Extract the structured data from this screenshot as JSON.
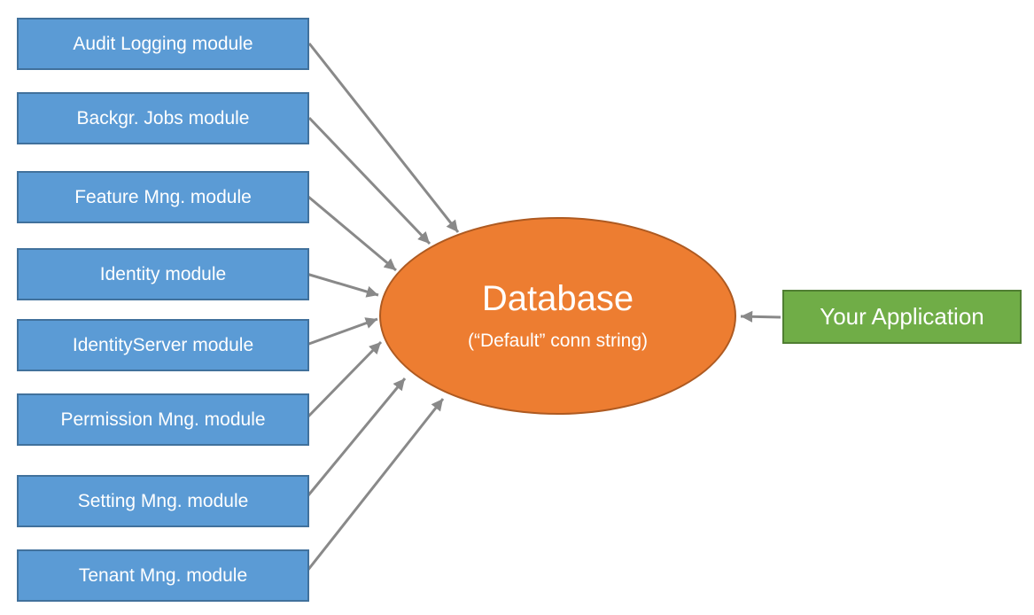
{
  "diagram": {
    "modules": [
      {
        "label": "Audit Logging module"
      },
      {
        "label": "Backgr. Jobs module"
      },
      {
        "label": "Feature Mng. module"
      },
      {
        "label": "Identity module"
      },
      {
        "label": "IdentityServer module"
      },
      {
        "label": "Permission Mng. module"
      },
      {
        "label": "Setting Mng. module"
      },
      {
        "label": "Tenant Mng. module"
      }
    ],
    "database": {
      "title": "Database",
      "subtitle": "(“Default” conn string)"
    },
    "application": {
      "label": "Your Application"
    },
    "connections": [
      {
        "from": "Audit Logging module",
        "to": "Database"
      },
      {
        "from": "Backgr. Jobs module",
        "to": "Database"
      },
      {
        "from": "Feature Mng. module",
        "to": "Database"
      },
      {
        "from": "Identity module",
        "to": "Database"
      },
      {
        "from": "IdentityServer module",
        "to": "Database"
      },
      {
        "from": "Permission Mng. module",
        "to": "Database"
      },
      {
        "from": "Setting Mng. module",
        "to": "Database"
      },
      {
        "from": "Tenant Mng. module",
        "to": "Database"
      },
      {
        "from": "Your Application",
        "to": "Database"
      }
    ],
    "colors": {
      "background": "#FFFFFF",
      "module_fill": "#5B9BD5",
      "module_border": "#41719C",
      "database_fill": "#ED7D31",
      "database_border": "#AE5A21",
      "application_fill": "#70AD47",
      "application_border": "#507E32",
      "arrow": "#898989",
      "text": "#FFFFFF"
    }
  }
}
